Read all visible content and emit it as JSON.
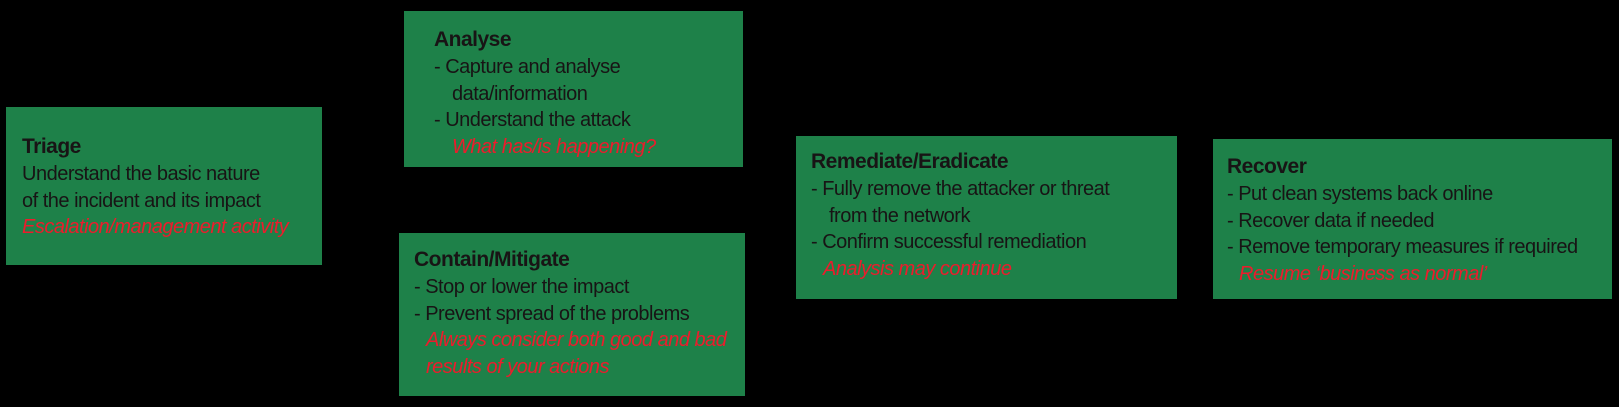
{
  "diagram": {
    "colors": {
      "background": "#000000",
      "box": "#1e8149",
      "text": "#181415",
      "note": "#ec1c2c"
    },
    "boxes": [
      {
        "id": "triage",
        "title": "Triage",
        "lines": [
          {
            "text": "Understand the basic nature",
            "style": "plain"
          },
          {
            "text": "of the incident and its impact",
            "style": "plain"
          },
          {
            "text": "Escalation/management activity",
            "style": "note"
          }
        ]
      },
      {
        "id": "analyse",
        "title": "Analyse",
        "lines": [
          {
            "text": "- Capture and analyse",
            "style": "bullet"
          },
          {
            "text": "data/information",
            "style": "continuation"
          },
          {
            "text": "- Understand the attack",
            "style": "bullet"
          },
          {
            "text": "What has/is happening?",
            "style": "note"
          }
        ]
      },
      {
        "id": "contain-mitigate",
        "title": "Contain/Mitigate",
        "lines": [
          {
            "text": "- Stop or lower the impact",
            "style": "bullet"
          },
          {
            "text": "- Prevent spread of the problems",
            "style": "bullet"
          },
          {
            "text": "Always consider both good and bad",
            "style": "note"
          },
          {
            "text": "results of your actions",
            "style": "note"
          }
        ]
      },
      {
        "id": "remediate-eradicate",
        "title": "Remediate/Eradicate",
        "lines": [
          {
            "text": "- Fully remove the attacker or threat",
            "style": "bullet"
          },
          {
            "text": "from the network",
            "style": "continuation"
          },
          {
            "text": "- Confirm successful remediation",
            "style": "bullet"
          },
          {
            "text": "Analysis may continue",
            "style": "note"
          }
        ]
      },
      {
        "id": "recover",
        "title": "Recover",
        "lines": [
          {
            "text": "- Put clean systems back online",
            "style": "bullet"
          },
          {
            "text": "- Recover data if needed",
            "style": "bullet"
          },
          {
            "text": "- Remove temporary measures if required",
            "style": "bullet"
          },
          {
            "text": "Resume ‘business as normal’",
            "style": "note"
          }
        ]
      }
    ]
  }
}
